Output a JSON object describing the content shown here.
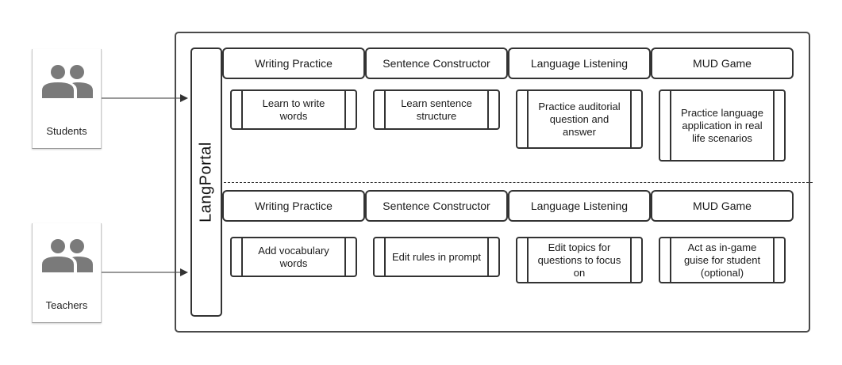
{
  "actors": {
    "students": {
      "label": "Students",
      "icon": "group-icon"
    },
    "teachers": {
      "label": "Teachers",
      "icon": "group-icon"
    }
  },
  "portal": {
    "label": "LangPortal"
  },
  "top_section": {
    "headers": [
      "Writing Practice",
      "Sentence Constructor",
      "Language Listening",
      "MUD Game"
    ],
    "items": [
      "Learn to write words",
      "Learn sentence structure",
      "Practice auditorial question and answer",
      "Practice language application in real life scenarios"
    ]
  },
  "bottom_section": {
    "headers": [
      "Writing Practice",
      "Sentence Constructor",
      "Language Listening",
      "MUD Game"
    ],
    "items": [
      "Add vocabulary words",
      "Edit rules in prompt",
      "Edit topics for questions to focus on",
      "Act as in-game guise for student (optional)"
    ]
  },
  "colors": {
    "stroke": "#333333",
    "icon": "#7a7a7a",
    "background": "#ffffff"
  }
}
